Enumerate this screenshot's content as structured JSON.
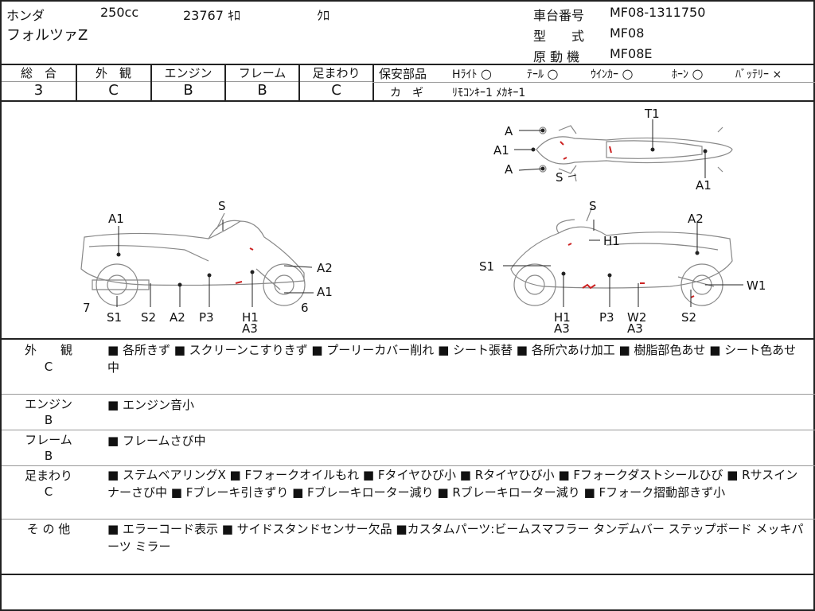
{
  "header": {
    "maker": "ホンダ",
    "displacement": "250cc",
    "mileage": "23767 ｷﾛ",
    "color": "ｸﾛ",
    "model_name": "フォルツァZ",
    "frame_label": "車台番号",
    "frame_value": "MF08-1311750",
    "type_label": "型　　式",
    "type_value": "MF08",
    "engine_label": "原 動 機",
    "engine_value": "MF08E"
  },
  "grades": [
    {
      "label": "総　合",
      "value": "3"
    },
    {
      "label": "外　観",
      "value": "C"
    },
    {
      "label": "エンジン",
      "value": "B"
    },
    {
      "label": "フレーム",
      "value": "B"
    },
    {
      "label": "足まわり",
      "value": "C"
    }
  ],
  "safety": {
    "title": "保安部品",
    "items": [
      {
        "name": "Hﾗｲﾄ",
        "mark": "○"
      },
      {
        "name": "ﾃｰﾙ",
        "mark": "○"
      },
      {
        "name": "ｳｲﾝｶｰ",
        "mark": "○"
      },
      {
        "name": "ﾎｰﾝ",
        "mark": "○"
      },
      {
        "name": "ﾊﾞｯﾃﾘｰ",
        "mark": "×"
      }
    ],
    "keys_label": "カ　ギ",
    "keys_value": "ﾘﾓｺﾝｷｰ1 ﾒｶｷｰ1"
  },
  "diagram": {
    "top": [
      "A",
      "A1",
      "A",
      "S",
      "T1",
      "A1"
    ],
    "left": [
      "A1",
      "S",
      "A2",
      "A1",
      "7",
      "S1",
      "S2",
      "A2",
      "P3",
      "H1",
      "A3",
      "6"
    ],
    "right": [
      "S",
      "A2",
      "H1",
      "S1",
      "W1",
      "H1",
      "A3",
      "P3",
      "W2",
      "A3",
      "S2"
    ]
  },
  "details": [
    {
      "label": "外　　観",
      "grade": "C",
      "text": "■ 各所きず ■ スクリーンこすりきず ■ プーリーカバー削れ ■ シート張替 ■ 各所穴あけ加工 ■ 樹脂部色あせ ■ シート色あせ中"
    },
    {
      "label": "エンジン",
      "grade": "B",
      "text": "■ エンジン音小"
    },
    {
      "label": "フレーム",
      "grade": "B",
      "text": "■ フレームさび中"
    },
    {
      "label": "足まわり",
      "grade": "C",
      "text": "■ ステムベアリングX ■ Fフォークオイルもれ ■ Fタイヤひび小 ■ Rタイヤひび小 ■ Fフォークダストシールひび ■ Rサスインナーさび中 ■ Fブレーキ引きずり ■ Fブレーキローター減り ■ Rブレーキローター減り ■ Fフォーク摺動部きず小"
    },
    {
      "label": "そ の 他",
      "grade": "",
      "text": "■ エラーコード表示 ■ サイドスタンドセンサー欠品 ■カスタムパーツ:ビームスマフラー タンデムバー ステップボード メッキパーツ ミラー"
    }
  ],
  "colors": {
    "border": "#222222",
    "damage": "#cc2222",
    "outline": "#888888"
  }
}
